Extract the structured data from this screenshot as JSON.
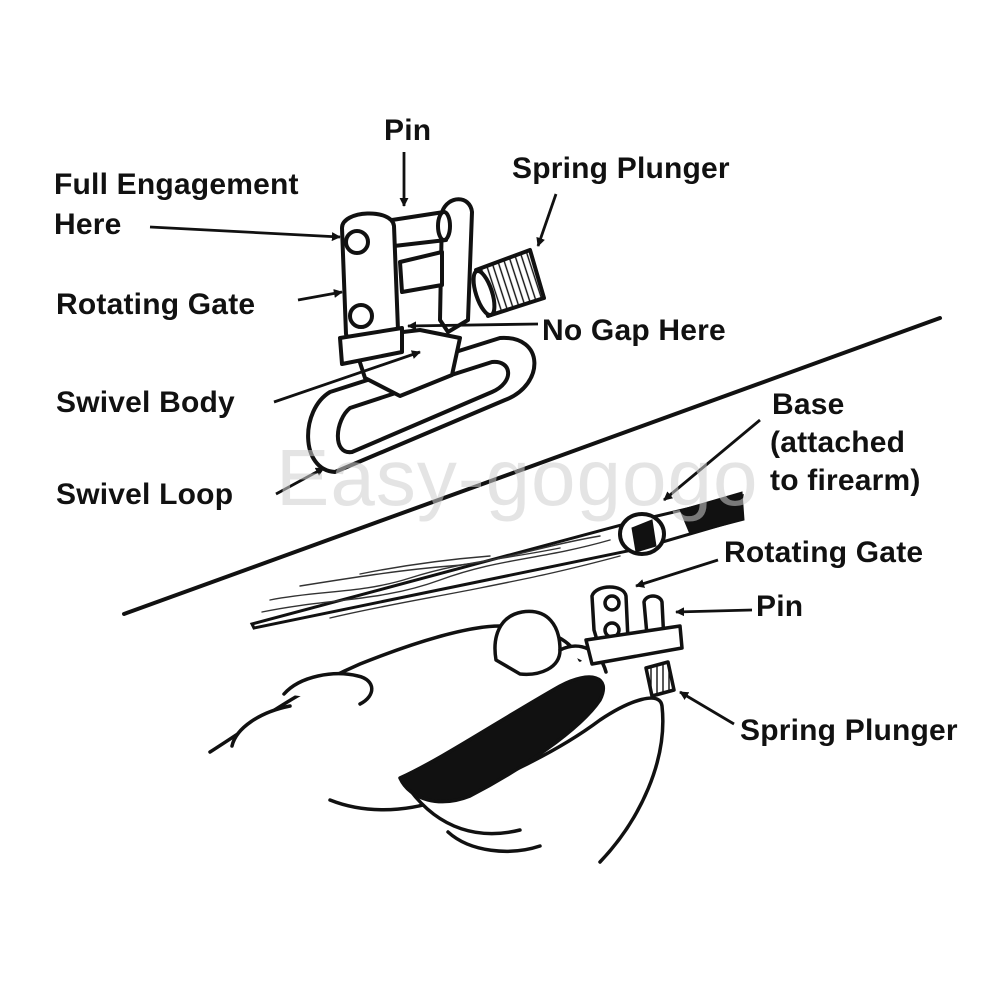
{
  "labels": {
    "pin_top": "Pin",
    "spring_plunger_top": "Spring Plunger",
    "full_engagement_line1": "Full Engagement",
    "full_engagement_line2": "Here",
    "rotating_gate_top": "Rotating Gate",
    "no_gap": "No Gap Here",
    "swivel_body": "Swivel Body",
    "swivel_loop": "Swivel Loop",
    "base_line1": "Base",
    "base_line2": "(attached",
    "base_line3": "to firearm)",
    "rotating_gate_bottom": "Rotating Gate",
    "pin_bottom": "Pin",
    "spring_plunger_bottom": "Spring Plunger"
  },
  "watermark": "Easy-gogogo",
  "colors": {
    "ink": "#111111",
    "paper": "#ffffff",
    "watermark": "#cfcfcf"
  }
}
